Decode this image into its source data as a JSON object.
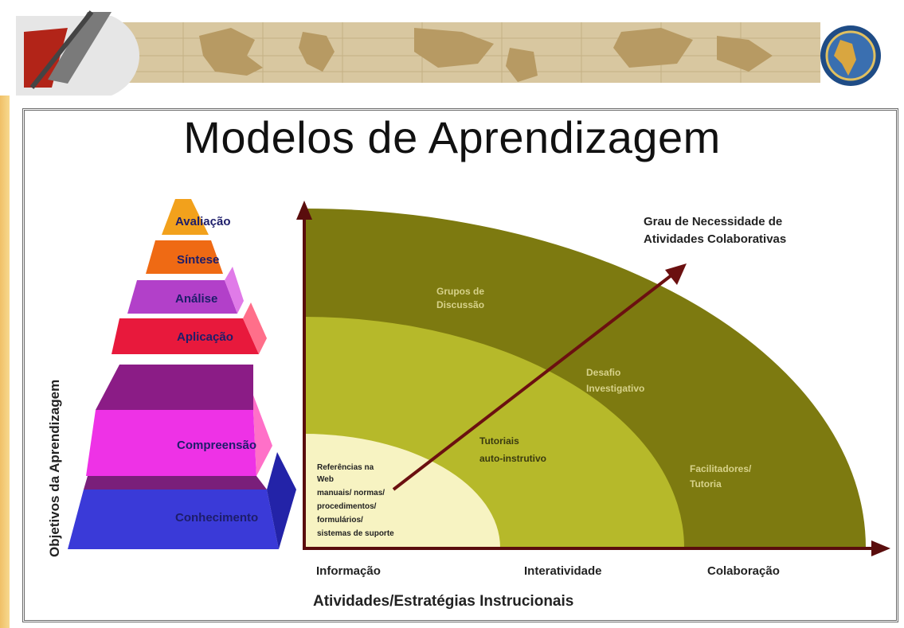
{
  "slide": {
    "title": "Modelos de Aprendizagem"
  },
  "pyramid": {
    "axis_label": "Objetivos da Aprendizagem",
    "levels": [
      "Avaliação",
      "Síntese",
      "Análise",
      "Aplicação",
      "Compreensão",
      "Conhecimento"
    ]
  },
  "diagram": {
    "arrow_label_line1": "Grau de Necessidade de",
    "arrow_label_line2": "Atividades Colaborativas",
    "x_ticks": [
      "Informação",
      "Interatividade",
      "Colaboração"
    ],
    "x_axis_title": "Atividades/Estratégias Instrucionais",
    "zones": {
      "outer_line1": "Grupos de",
      "outer_line2": "Discussão",
      "outer_right_line1": "Desafio",
      "outer_right_line2": "Investigativo",
      "outer_far_line1": "Facilitadores/",
      "outer_far_line2": "Tutoria",
      "middle_line1": "Tutoriais",
      "middle_line2": "auto-instrutivo",
      "inner_lines": [
        "Referências na",
        "Web",
        "manuais/ normas/",
        "procedimentos/",
        "formulários/",
        "sistemas de suporte"
      ]
    }
  },
  "colors": {
    "outer_zone": "#7d7a10",
    "middle_zone": "#b6b92a",
    "inner_zone": "#f7f3c2",
    "arrow": "#6b1010"
  }
}
